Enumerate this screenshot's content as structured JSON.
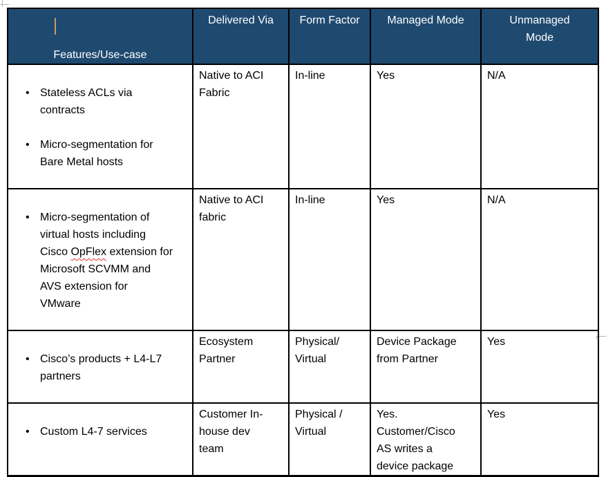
{
  "document": {
    "colors": {
      "header_bg": "#1F4A70",
      "header_text": "#FFFFFF",
      "table_border": "#000000",
      "spellcheck_underline": "#E03030",
      "caret": "#C79B66"
    },
    "table": {
      "bullet_char": "•",
      "header": {
        "features": "Features/Use-case",
        "delivered": "Delivered Via",
        "form_factor": "Form Factor",
        "managed": "Managed Mode",
        "unmanaged": "Unmanaged\nMode"
      },
      "rows": [
        {
          "features": [
            {
              "text": "Stateless ACLs via\ncontracts"
            },
            {
              "text": "Micro-segmentation for\nBare Metal hosts"
            }
          ],
          "delivered": "Native to ACI\nFabric",
          "form_factor": "In-line",
          "managed": "Yes",
          "unmanaged": "N/A"
        },
        {
          "features": [
            {
              "pre": "Micro-segmentation of\nvirtual hosts including\nCisco ",
              "misspelled": "OpFlex",
              "post": " extension for\nMicrosoft SCVMM and\nAVS extension for\nVMware"
            }
          ],
          "delivered": "Native to ACI\nfabric",
          "form_factor": "In-line",
          "managed": "Yes",
          "unmanaged": "N/A"
        },
        {
          "features": [
            {
              "text": "Cisco’s products + L4-L7\npartners"
            }
          ],
          "delivered": "Ecosystem\nPartner",
          "form_factor": "Physical/\nVirtual",
          "managed": "Device Package\nfrom Partner",
          "unmanaged": "Yes"
        },
        {
          "features": [
            {
              "text": "Custom L4-7 services"
            }
          ],
          "delivered": "Customer In-\nhouse dev\nteam",
          "form_factor": "Physical /\nVirtual",
          "managed": "Yes.\nCustomer/Cisco\nAS writes a\ndevice package",
          "unmanaged": "Yes"
        }
      ]
    }
  }
}
